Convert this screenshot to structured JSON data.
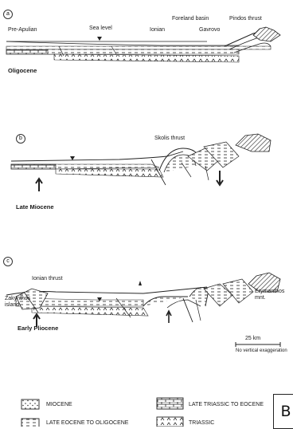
{
  "figure_label": "B",
  "panels": [
    {
      "letter": "a",
      "labels": {
        "pre_apulian": "Pre-Apulian",
        "sea_level": "Sea level",
        "ionian": "Ionian",
        "foreland": "Foreland basin",
        "gavrovo": "Gavrovo",
        "pindos": "Pindos thrust",
        "age": "Oligocene"
      }
    },
    {
      "letter": "b",
      "labels": {
        "skolis": "Skolis thrust",
        "age": "Late Miocene"
      }
    },
    {
      "letter": "c",
      "labels": {
        "ionian_thrust": "Ionian thrust",
        "zakynthos": "Zakynthos island",
        "erymanthos": "Erymanthos mnt.",
        "age": "Early Pliocene"
      }
    }
  ],
  "scale": {
    "value": "25 km",
    "note": "No vertical exaggeration"
  },
  "legend": [
    {
      "label": "MIOCENE",
      "pattern": "dots"
    },
    {
      "label": "LATE TRIASSIC TO EOCENE",
      "pattern": "bricks"
    },
    {
      "label": "LATE EOCENE TO OLIGOCENE",
      "pattern": "dashes"
    },
    {
      "label": "TRIASSIC",
      "pattern": "carets"
    }
  ],
  "colors": {
    "ink": "#1a1a1a",
    "hatch": "#444444"
  }
}
